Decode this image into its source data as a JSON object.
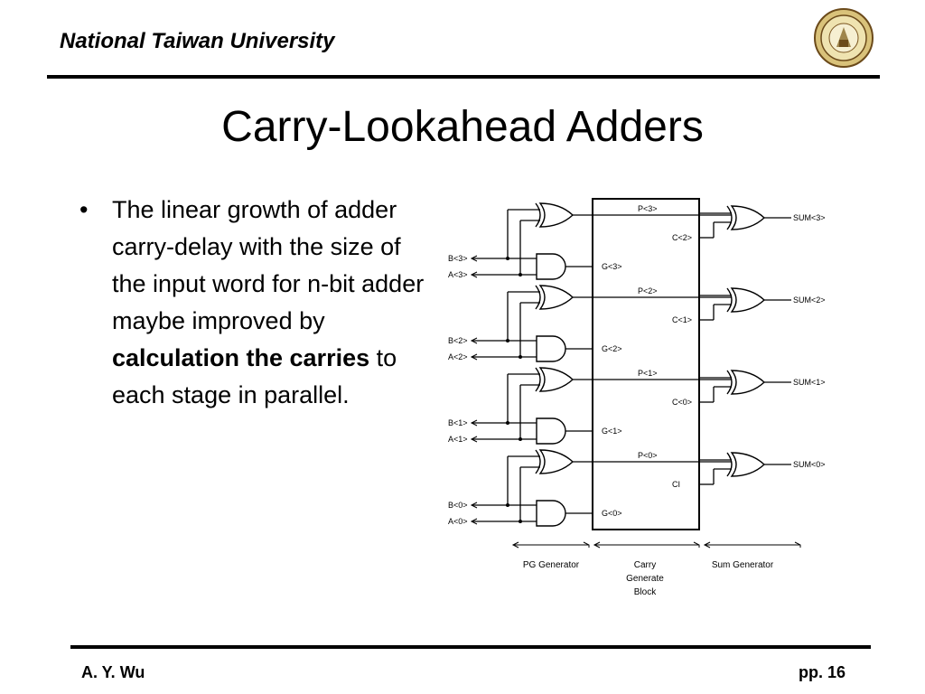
{
  "header": {
    "institution": "National Taiwan University"
  },
  "slide": {
    "title": "Carry-Lookahead Adders",
    "bullet": {
      "part1": "The linear growth of adder carry-delay with the size of the input word for n-bit adder maybe improved by ",
      "emphasis": "calculation the carries",
      "part2": " to each stage in parallel."
    }
  },
  "diagram": {
    "bits": [
      {
        "b": "B<3>",
        "a": "A<3>",
        "p": "P<3>",
        "g": "G<3>",
        "c": "C<2>",
        "sum": "SUM<3>"
      },
      {
        "b": "B<2>",
        "a": "A<2>",
        "p": "P<2>",
        "g": "G<2>",
        "c": "C<1>",
        "sum": "SUM<2>"
      },
      {
        "b": "B<1>",
        "a": "A<1>",
        "p": "P<1>",
        "g": "G<1>",
        "c": "C<0>",
        "sum": "SUM<1>"
      },
      {
        "b": "B<0>",
        "a": "A<0>",
        "p": "P<0>",
        "g": "G<0>",
        "c": "CI",
        "sum": "SUM<0>"
      }
    ],
    "sections": {
      "pg": "PG Generator",
      "carry_line1": "Carry",
      "carry_line2": "Generate",
      "carry_line3": "Block",
      "sum": "Sum Generator"
    }
  },
  "footer": {
    "author": "A. Y. Wu",
    "page": "pp. 16"
  }
}
